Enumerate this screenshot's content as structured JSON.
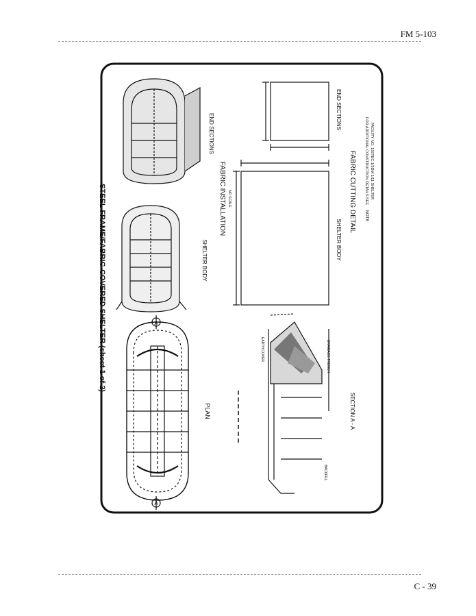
{
  "header": {
    "doc_id": "FM 5-103"
  },
  "figure": {
    "title": "STEEL FRAME/FABRIC-COVERED SHELTER (sheet 1 of 2)",
    "plan_label": "PLAN",
    "section_label": "SECTION A - A",
    "shelter_body_label": "SHELTER BODY",
    "end_sections_label": "END SECTIONS",
    "fabric_installation_label": "FABRIC INSTALLATION",
    "fabric_installation_sub": "NO SCALE",
    "shelter_body_detail_label": "SHELTER BODY",
    "end_sections_detail_label": "END SECTIONS",
    "fabric_cutting_label": "FABRIC CUTTING DETAIL",
    "note_label": "NOTE",
    "note_text_1": "FOR ADDITIONAL CONSTRUCTION DETAILS SEE",
    "note_text_2": "FACILITY NO. 155TEC 1/5DM 1/11 SHELTER",
    "section_marker": "A",
    "drainage_trench_label": "DRAINAGE TRENCH",
    "backfill_label": "BACKFILL",
    "earth_cover_label": "EARTH COVER"
  },
  "footer": {
    "page_number": "C - 39"
  }
}
